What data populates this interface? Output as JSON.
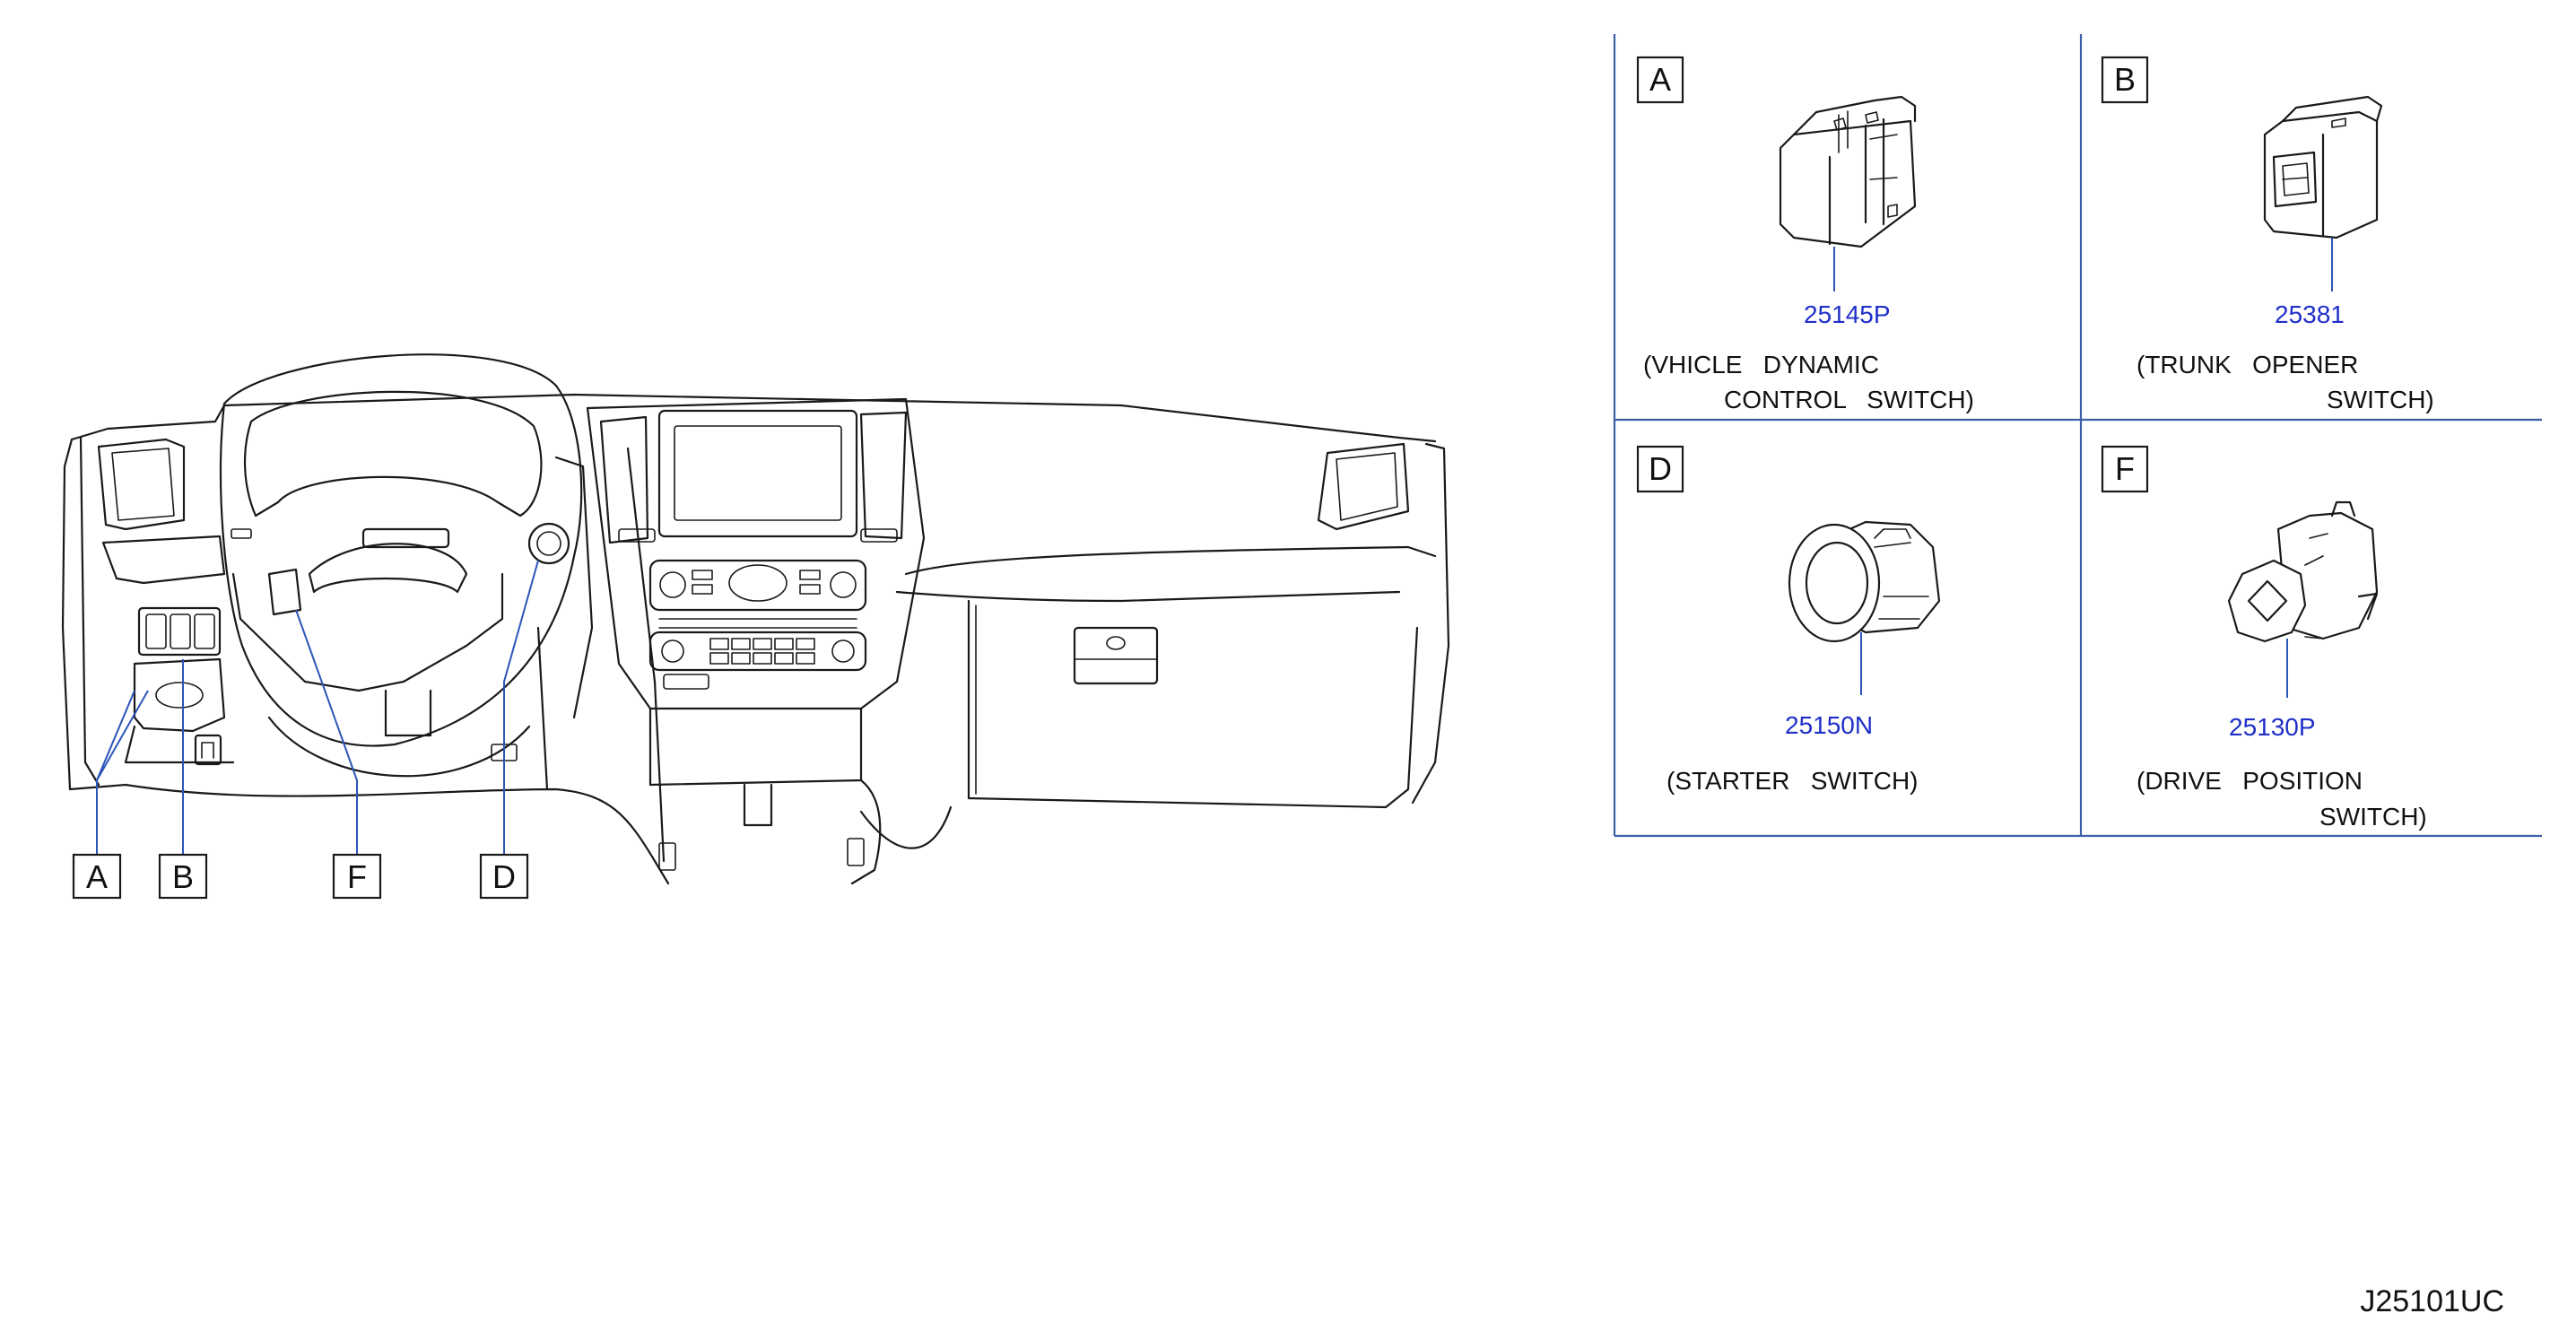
{
  "callouts": [
    "A",
    "B",
    "F",
    "D"
  ],
  "panels": [
    {
      "letter": "A",
      "part_no": "25145P",
      "desc_line1": "(VHICLE   DYNAMIC",
      "desc_line2": "CONTROL   SWITCH)",
      "icon": "vdc-switch-icon"
    },
    {
      "letter": "B",
      "part_no": "25381",
      "desc_line1": "(TRUNK   OPENER",
      "desc_line2": "SWITCH)",
      "icon": "trunk-opener-switch-icon"
    },
    {
      "letter": "D",
      "part_no": "25150N",
      "desc_line1": "(STARTER   SWITCH)",
      "desc_line2": "",
      "icon": "starter-switch-icon"
    },
    {
      "letter": "F",
      "part_no": "25130P",
      "desc_line1": "(DRIVE   POSITION",
      "desc_line2": "SWITCH)",
      "icon": "drive-position-switch-icon"
    }
  ],
  "diagram_code": "J25101UC",
  "colors": {
    "leader": "#2b55b8",
    "part_number": "#1f2fc8",
    "grid": "#3b5fa8",
    "line": "#1a1a1a"
  }
}
